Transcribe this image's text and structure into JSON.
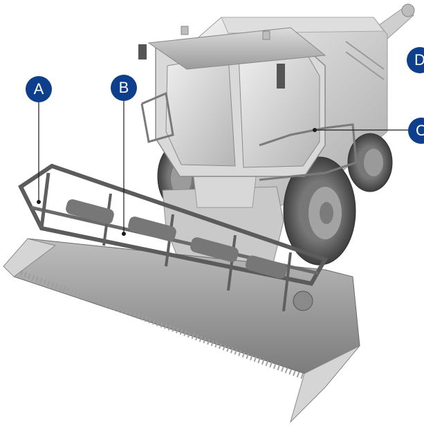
{
  "callouts": [
    {
      "label": "A"
    },
    {
      "label": "B"
    },
    {
      "label": "C"
    },
    {
      "label": "D"
    }
  ],
  "colors": {
    "callout_fill": "#0e3f8c",
    "leader_line": "#1a1a1a",
    "body_light": "#e8e8e8",
    "body_mid": "#b9b9b9",
    "body_dark": "#6e6e6e",
    "tire": "#4a4a4a",
    "glass": "#d2d2d2"
  },
  "icons": [
    "combine-harvester-illustration"
  ]
}
